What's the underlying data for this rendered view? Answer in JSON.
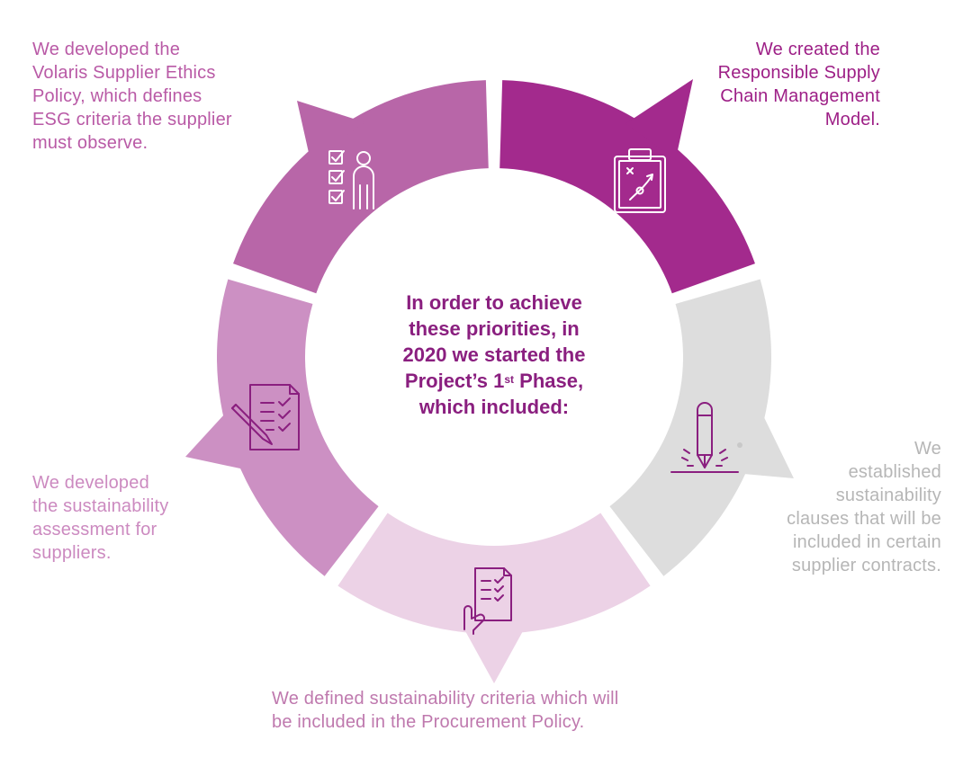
{
  "center": {
    "lines": [
      "In order to achieve",
      "these priorities, in",
      "2020 we started the"
    ],
    "line4_pre": "Project’s 1",
    "line4_sup": "st",
    "line4_post": " Phase,",
    "line5": "which included:"
  },
  "steps": [
    {
      "id": "model",
      "lines": [
        "We created the",
        "Responsible Supply",
        "Chain Management",
        "Model."
      ],
      "color": "#a32a8d",
      "text_color": "#9d1f86",
      "icon": "clipboard-strategy-icon"
    },
    {
      "id": "clauses",
      "lines": [
        "We",
        "established",
        "sustainability",
        "clauses that will be",
        "included in certain",
        "supplier contracts."
      ],
      "color": "#dddddd",
      "text_color": "#b6b6b6",
      "icon": "pencil-signing-icon"
    },
    {
      "id": "criteria",
      "lines": [
        "We defined sustainability criteria which will",
        "be included in the Procurement Policy."
      ],
      "color": "#ecd2e6",
      "text_color": "#bf79ae",
      "icon": "hand-checklist-icon"
    },
    {
      "id": "assessment",
      "lines": [
        "We developed",
        "the sustainability",
        "assessment for",
        "suppliers."
      ],
      "color": "#cc90c3",
      "text_color": "#cc8ac0",
      "icon": "document-pen-icon"
    },
    {
      "id": "policy",
      "lines": [
        "We developed the",
        "Volaris Supplier Ethics",
        "Policy, which defines",
        "ESG criteria the supplier",
        "must observe."
      ],
      "color": "#b866a8",
      "text_color": "#b95aa6",
      "icon": "checklist-person-icon"
    }
  ],
  "icon_color": "#ffffff",
  "icon_color_grey": "#8a1f7f"
}
